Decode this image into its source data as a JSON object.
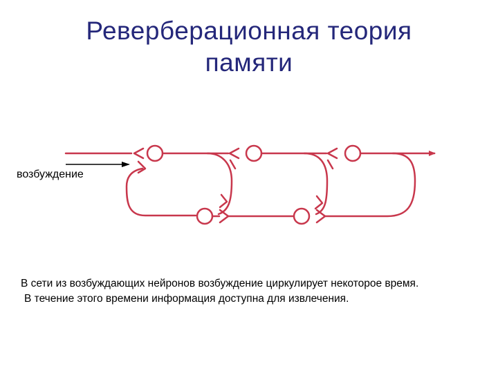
{
  "slide": {
    "title_line1": "Реверберационная теория",
    "title_line2": "памяти",
    "input_label": "возбуждение",
    "caption_line1": "В сети из возбуждающих нейронов возбуждение циркулирует некоторое время.",
    "caption_line2": "В течение этого времени информация доступна для извлечения."
  },
  "colors": {
    "title": "#24277a",
    "circuit": "#c8374c",
    "input_arrow": "#000000"
  }
}
